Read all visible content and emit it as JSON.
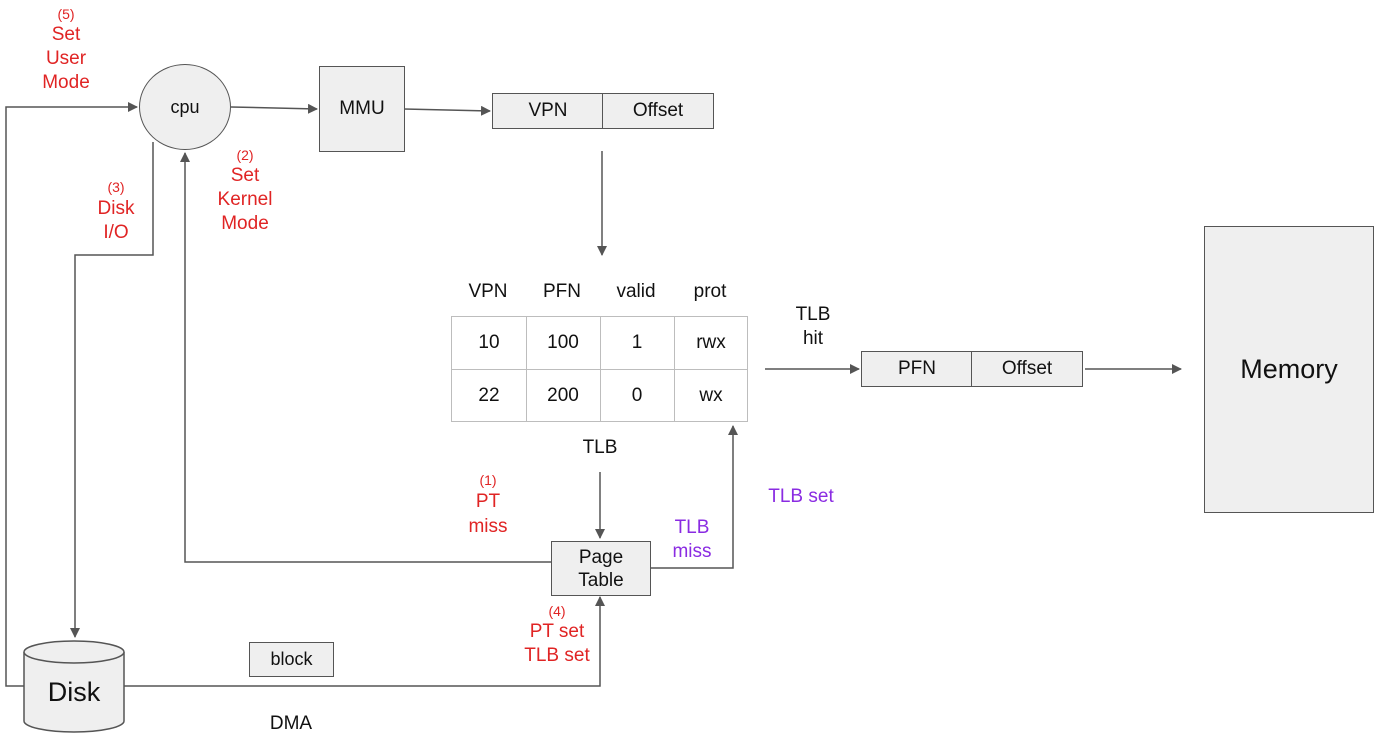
{
  "cpu": {
    "label": "cpu"
  },
  "mmu": {
    "label": "MMU"
  },
  "virtual_address": {
    "vpn": "VPN",
    "offset": "Offset"
  },
  "tlb": {
    "headers": [
      "VPN",
      "PFN",
      "valid",
      "prot"
    ],
    "rows": [
      [
        "10",
        "100",
        "1",
        "rwx"
      ],
      [
        "22",
        "200",
        "0",
        "wx"
      ]
    ],
    "caption": "TLB"
  },
  "tlb_hit": {
    "line1": "TLB",
    "line2": "hit"
  },
  "physical_address": {
    "pfn": "PFN",
    "offset": "Offset"
  },
  "memory": {
    "label": "Memory"
  },
  "page_table": {
    "line1": "Page",
    "line2": "Table"
  },
  "disk": {
    "label": "Disk"
  },
  "block": {
    "label": "block"
  },
  "dma": {
    "label": "DMA"
  },
  "steps": {
    "step1": {
      "num": "(1)",
      "line1": "PT",
      "line2": "miss"
    },
    "step2": {
      "num": "(2)",
      "line1": "Set",
      "line2": "Kernel",
      "line3": "Mode"
    },
    "step3": {
      "num": "(3)",
      "line1": "Disk",
      "line2": "I/O"
    },
    "step4": {
      "num": "(4)",
      "line1": "PT set",
      "line2": "TLB set"
    },
    "step5": {
      "num": "(5)",
      "line1": "Set",
      "line2": "User",
      "line3": "Mode"
    }
  },
  "tlb_miss": {
    "line1": "TLB",
    "line2": "miss"
  },
  "tlb_set": {
    "label": "TLB set"
  },
  "colors": {
    "step_red": "#e02424",
    "tlb_purple": "#8a2be2",
    "box_fill": "#efefef",
    "line": "#555555"
  }
}
